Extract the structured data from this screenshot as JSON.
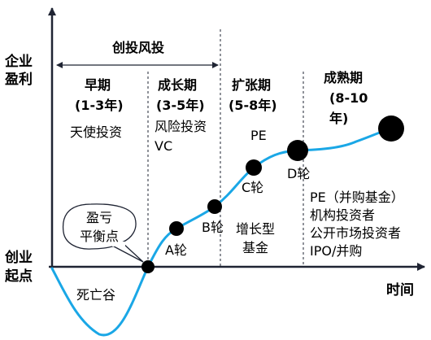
{
  "y_axis": {
    "top_label": [
      "企业",
      "盈利"
    ],
    "bottom_label": [
      "创业",
      "起点"
    ]
  },
  "x_axis": {
    "label": "时间"
  },
  "vc_bracket": {
    "label": "创投风投"
  },
  "stages": [
    {
      "name": "早期",
      "years": "(1-3年)",
      "investors": [
        "天使投资"
      ]
    },
    {
      "name": "成长期",
      "years": "(3-5年)",
      "investors": [
        "风险投资",
        "VC"
      ]
    },
    {
      "name": "扩张期",
      "years": "(5-8年)",
      "investors": [
        "PE"
      ]
    },
    {
      "name": "成熟期",
      "years": [
        "(8-10",
        "年)"
      ]
    }
  ],
  "breakeven": {
    "label": [
      "盈亏",
      "平衡点"
    ]
  },
  "valley": {
    "label": "死亡谷"
  },
  "rounds": {
    "a": "A轮",
    "b": "B轮",
    "c": "C轮",
    "d": "D轮"
  },
  "growth_fund": [
    "增长型",
    "基金"
  ],
  "mature_investors": [
    "PE（并购基金）",
    "机构投资者",
    "公开市场投资者",
    "IPO/并购"
  ],
  "colors": {
    "curve": "#1aa7e6",
    "axis": "#1f2433",
    "dot": "#000000"
  }
}
